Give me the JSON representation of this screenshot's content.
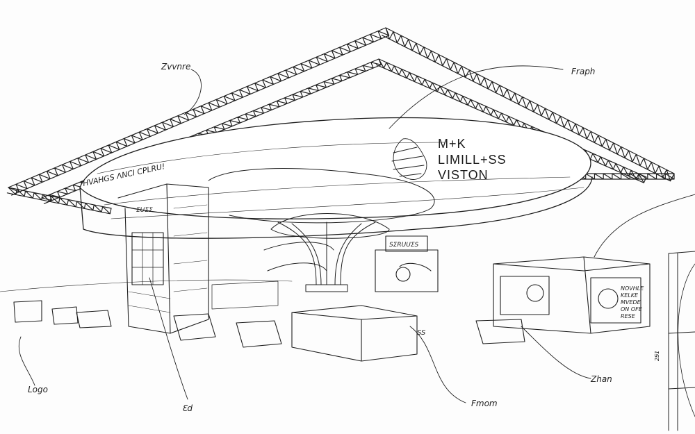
{
  "sketch": {
    "logo_lines": [
      "M+K",
      "LIMILL+SS",
      "VISTON"
    ],
    "banner_text": "HVAHGS ΛNCI CPLRU!",
    "column_sign": "ΣUΣΣ",
    "kiosk_sign": "SΣRUUΣS",
    "counter_text": "SS",
    "right_booth_text": [
      "NOVHLE",
      "KELKE",
      "MVEDE",
      "ON OFE",
      "RESE"
    ],
    "annotations": [
      "Zvvnre",
      "Fraph",
      "Logo",
      "Ɛd",
      "Fmom",
      "Zhan"
    ],
    "side_label": "2Ꞩ1",
    "ink_color": "#1e1e1e",
    "paper_color": "#fdfdfd"
  }
}
